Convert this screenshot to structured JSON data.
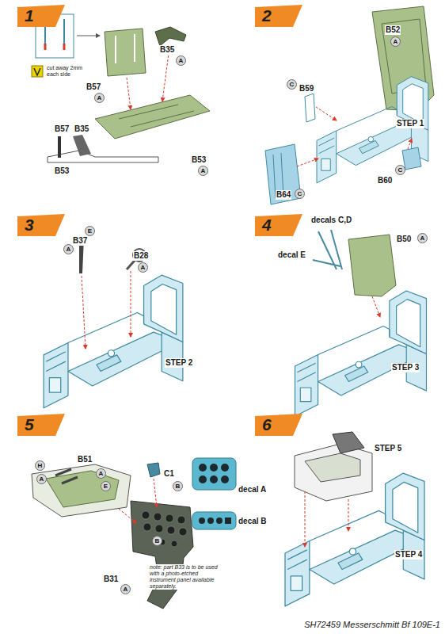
{
  "diagram": {
    "caption": "SH72459 Messerschmitt Bf 109E-1",
    "nodes": [
      {
        "text": [
          "1"
        ]
      },
      {
        "text": [
          "A"
        ]
      },
      {
        "text": [
          "A"
        ]
      },
      {
        "text": [
          "A"
        ]
      },
      {
        "text": [
          "2"
        ]
      },
      {
        "text": [
          "A"
        ]
      },
      {
        "text": [
          "C"
        ]
      },
      {
        "text": [
          "C"
        ]
      },
      {
        "text": [
          "C"
        ]
      },
      {
        "text": [
          "3"
        ]
      },
      {
        "text": [
          "E"
        ]
      },
      {
        "text": [
          "A"
        ]
      },
      {
        "text": [
          "A"
        ]
      },
      {
        "text": [
          "4"
        ]
      },
      {
        "text": [
          "A"
        ]
      },
      {
        "text": [
          "5"
        ]
      },
      {
        "text": [
          "H"
        ]
      },
      {
        "text": [
          "A"
        ]
      },
      {
        "text": [
          "A"
        ]
      },
      {
        "text": [
          "E"
        ]
      },
      {
        "text": [
          "B"
        ]
      },
      {
        "text": [
          "B"
        ]
      },
      {
        "text": [
          "A"
        ]
      },
      {
        "text": [
          "6"
        ]
      }
    ],
    "labels": [
      "cut away 2mm each side",
      "B57",
      "B35",
      "B53",
      "B57",
      "B35",
      "B53",
      "B52",
      "B59",
      "STEP 1",
      "B64",
      "B60",
      "B37",
      "B28",
      "STEP 2",
      "decals C,D",
      "B50",
      "decal E",
      "STEP 3",
      "B51",
      "C1",
      "decal A",
      "decal B",
      "B31",
      "note: part B33 is to be used with a photo-etched instrument panel available separately.",
      "STEP 5",
      "STEP 4"
    ]
  }
}
